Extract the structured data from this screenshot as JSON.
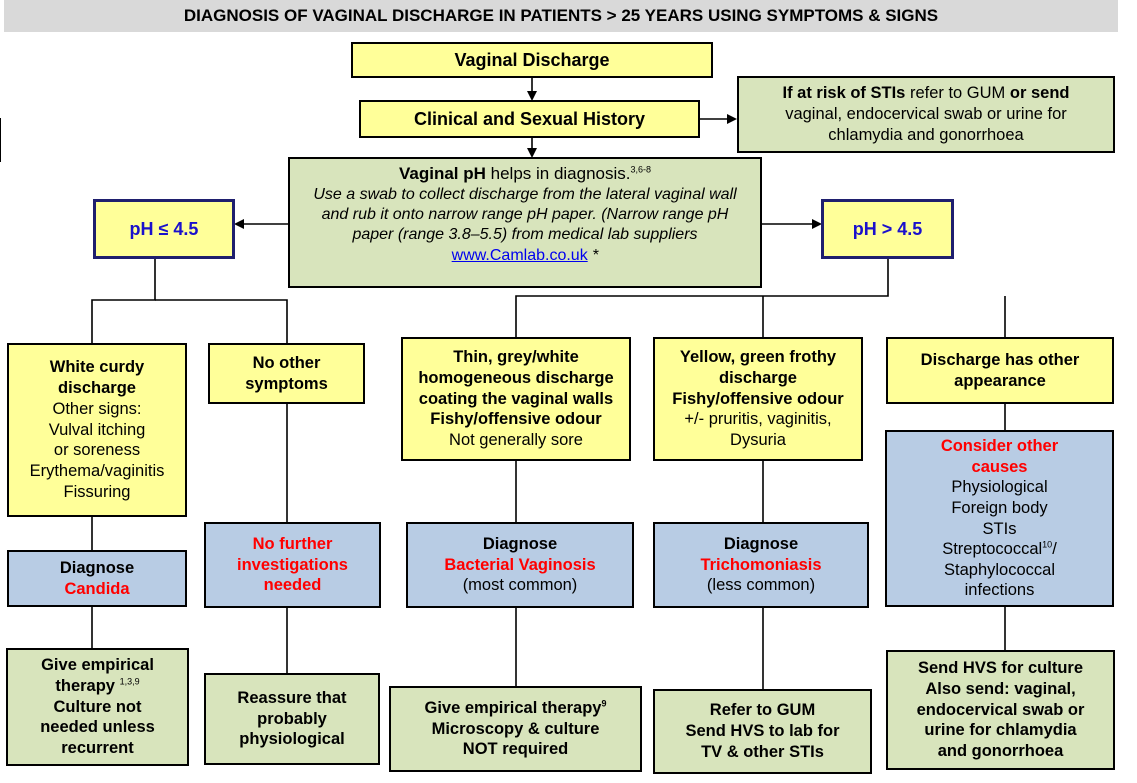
{
  "title": "DIAGNOSIS OF VAGINAL DISCHARGE IN PATIENTS > 25 YEARS USING SYMPTOMS & SIGNS",
  "nodes": {
    "discharge": "Vaginal Discharge",
    "history": "Clinical and Sexual History",
    "sti": {
      "bold1": "If at risk of STIs",
      "text1": " refer to GUM ",
      "bold2": "or send",
      "text2": "vaginal, endocervical swab or urine for chlamydia and gonorrhoea"
    },
    "ph": {
      "bold": "Vaginal pH",
      "text": " helps in diagnosis.",
      "sup": "3,6-8",
      "ital1": "Use a swab to collect discharge from the lateral vaginal wall and rub it onto narrow range pH paper. (Narrow range pH paper (range 3.8–5.5) from medical lab suppliers ",
      "link": "www.Camlab.co.uk",
      "ital2": " *"
    },
    "ph_low": "pH ≤ 4.5",
    "ph_high": "pH > 4.5",
    "white": {
      "title1": "White curdy",
      "title2": "discharge",
      "lines": [
        "Other signs:",
        "Vulval itching",
        "or soreness",
        "Erythema/vaginitis",
        "Fissuring"
      ]
    },
    "noother": {
      "line1": "No other",
      "line2": "symptoms"
    },
    "thin": {
      "bold": [
        "Thin, grey/white",
        "homogeneous discharge",
        "coating the vaginal walls",
        "Fishy/offensive odour"
      ],
      "normal": "Not generally sore"
    },
    "yellow": {
      "bold": [
        "Yellow, green frothy",
        "discharge",
        "Fishy/offensive odour"
      ],
      "normal": [
        "+/- pruritis, vaginitis,",
        "Dysuria"
      ]
    },
    "otherapp": {
      "line1": "Discharge has other",
      "line2": "appearance"
    },
    "candida": {
      "label": "Diagnose",
      "name": "Candida"
    },
    "nofurther": {
      "line1": "No further",
      "line2": "investigations",
      "line3": "needed"
    },
    "bv": {
      "label": "Diagnose",
      "name": "Bacterial Vaginosis",
      "note": "(most common)"
    },
    "trich": {
      "label": "Diagnose",
      "name": "Trichomoniasis",
      "note": "(less common)"
    },
    "causes": {
      "title1": "Consider other",
      "title2": "causes",
      "line1": "Physiological",
      "line2": "Foreign body",
      "line3": "STIs",
      "line4": "Streptococcal",
      "line4sup": "10",
      "line4end": "/",
      "line5": "Staphylococcal",
      "line6": "infections"
    },
    "empirical1": {
      "line1": "Give empirical",
      "line2": "therapy",
      "sup": "1,3,9",
      "line3": "Culture not",
      "line4": "needed unless",
      "line5": "recurrent"
    },
    "reassure": {
      "line1": "Reassure that",
      "line2": "probably",
      "line3": "physiological"
    },
    "empirical2": {
      "line1": "Give empirical therapy",
      "sup": "9",
      "line2": "Microscopy & culture",
      "line3": "NOT required"
    },
    "gum": {
      "line1": "Refer to GUM",
      "line2": "Send HVS to lab for",
      "line3": "TV & other STIs"
    },
    "hvs": {
      "line1": "Send HVS for culture",
      "line2": "Also send: vaginal,",
      "line3": "endocervical swab or",
      "line4": "urine for chlamydia",
      "line5": "and gonorrhoea"
    }
  },
  "colors": {
    "yellow": "#ffff99",
    "green": "#d8e4bc",
    "blue": "#b8cce4",
    "red": "#ff0000",
    "ph_text": "#1a10cc",
    "title_bg": "#d9d9d9"
  }
}
